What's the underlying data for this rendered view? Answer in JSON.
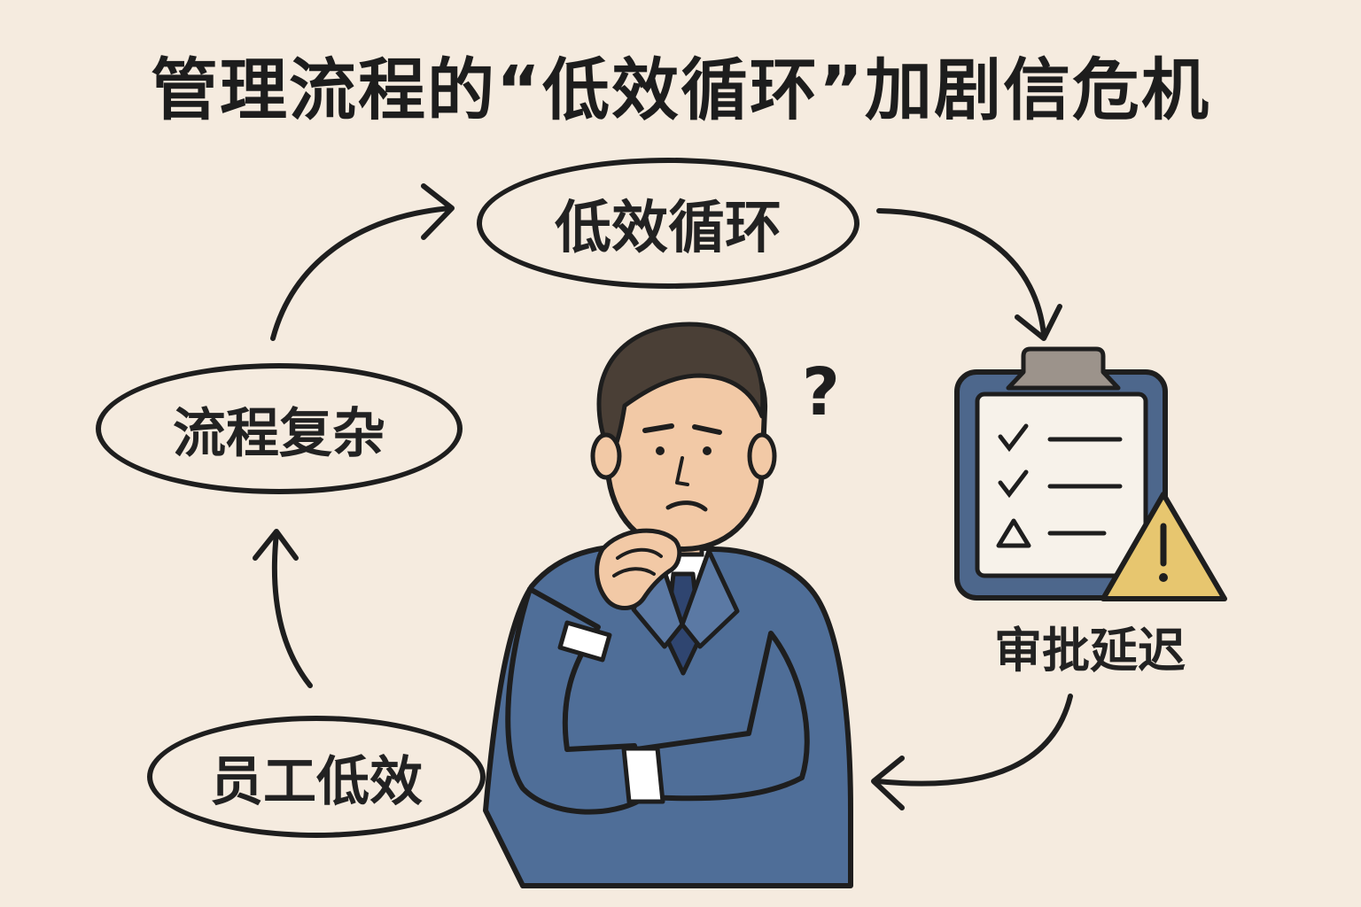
{
  "title": "管理流程的“低效循环”加剧信危机",
  "nodes": {
    "top": "低效循环",
    "right": "审批延迟",
    "bottom": "员工低效",
    "left": "流程复杂"
  },
  "decor": {
    "question_mark": "?",
    "colors": {
      "background": "#f5ebdf",
      "outline": "#1e1e1e",
      "suit": "#4f6e98",
      "clipboard": "#4d678c",
      "warning": "#e7c66f",
      "skin": "#f2c9a6",
      "hair": "#4a3f36"
    }
  }
}
